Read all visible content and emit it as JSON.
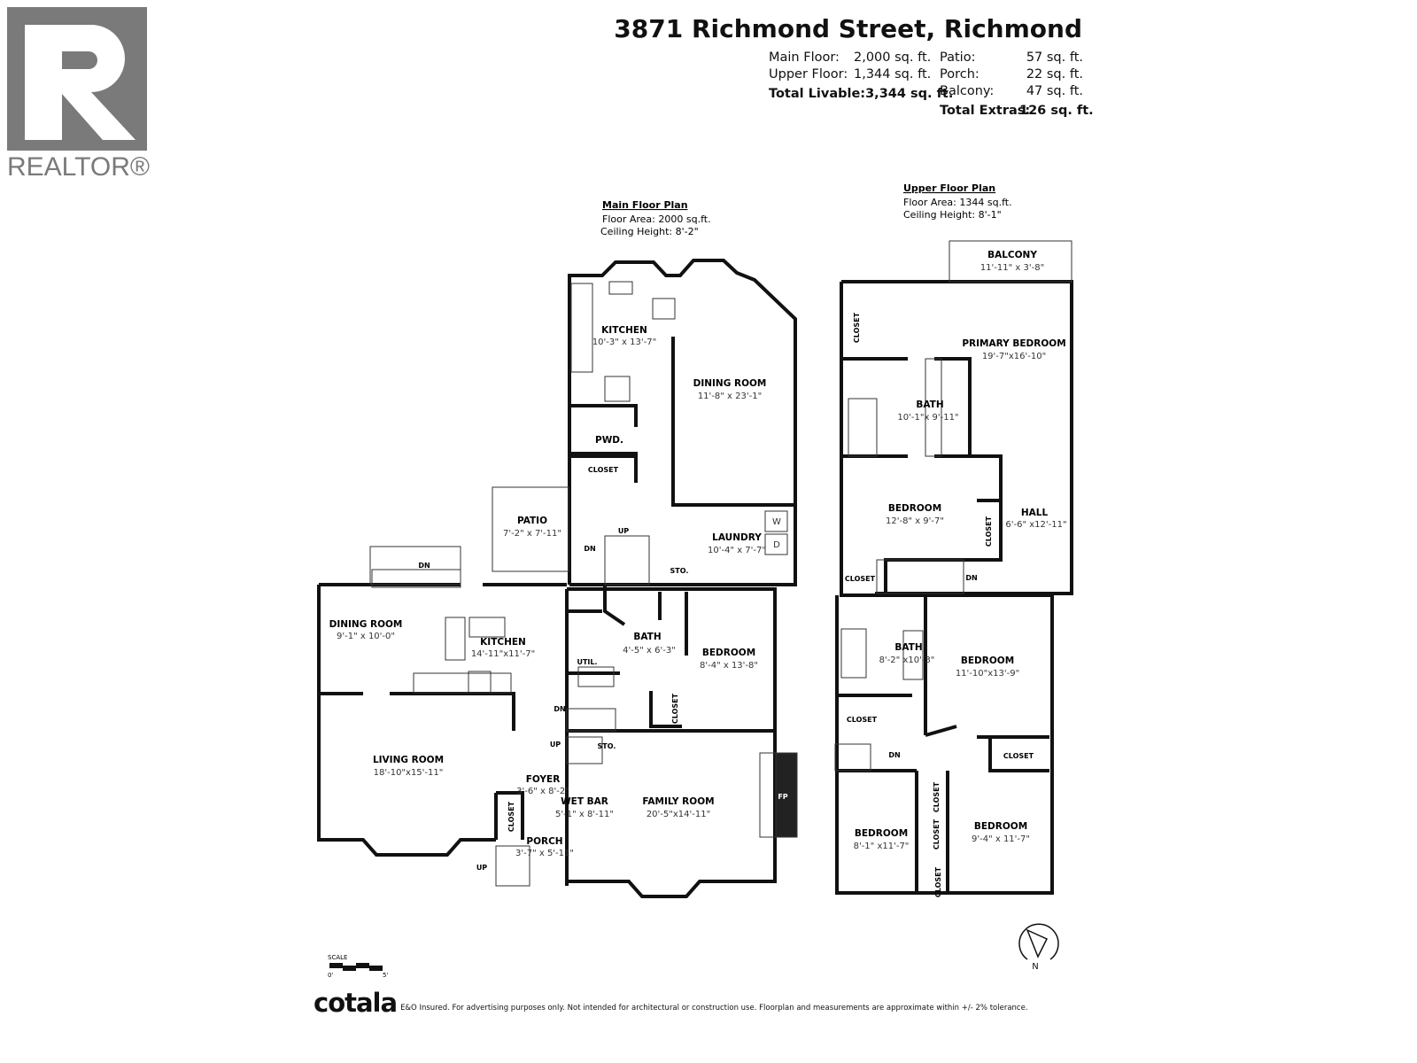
{
  "logo": {
    "text": "REALTOR®",
    "color": "#7a7a7a"
  },
  "header": {
    "address": "3871 Richmond Street, Richmond",
    "floors": [
      {
        "label": "Main Floor:",
        "value": "2,000 sq. ft."
      },
      {
        "label": "Upper Floor:",
        "value": "1,344 sq. ft."
      }
    ],
    "total_livable": {
      "label": "Total Livable:",
      "value": "3,344 sq. ft."
    },
    "extras": [
      {
        "label": "Patio:",
        "value": "57 sq. ft."
      },
      {
        "label": "Porch:",
        "value": "22 sq. ft."
      },
      {
        "label": "Balcony:",
        "value": "47 sq. ft."
      }
    ],
    "total_extras": {
      "label": "Total Extras:",
      "value": "126 sq. ft."
    }
  },
  "main_floor": {
    "heading": "Main Floor Plan",
    "area": "Floor Area: 2000 sq.ft.",
    "ceiling": "Ceiling Height: 8'-2\"",
    "rooms": [
      {
        "name": "KITCHEN",
        "dims": "10'-3\" x 13'-7\""
      },
      {
        "name": "DINING ROOM",
        "dims": "11'-8\" x 23'-1\""
      },
      {
        "name": "PWD.",
        "dims": ""
      },
      {
        "name": "CLOSET",
        "dims": ""
      },
      {
        "name": "PATIO",
        "dims": "7'-2\" x 7'-11\""
      },
      {
        "name": "LAUNDRY",
        "dims": "10'-4\" x 7'-7\""
      },
      {
        "name": "STO.",
        "dims": ""
      },
      {
        "name": "DINING ROOM",
        "dims": "9'-1\" x 10'-0\""
      },
      {
        "name": "KITCHEN",
        "dims": "14'-11\"x11'-7\""
      },
      {
        "name": "BATH",
        "dims": "4'-5\" x 6'-3\""
      },
      {
        "name": "UTIL.",
        "dims": ""
      },
      {
        "name": "BEDROOM",
        "dims": "8'-4\" x 13'-8\""
      },
      {
        "name": "CLOSET",
        "dims": ""
      },
      {
        "name": "STO.",
        "dims": ""
      },
      {
        "name": "LIVING ROOM",
        "dims": "18'-10\"x15'-11\""
      },
      {
        "name": "FOYER",
        "dims": "3'-6\" x 8'-2\""
      },
      {
        "name": "CLOSET",
        "dims": ""
      },
      {
        "name": "PORCH",
        "dims": "3'-7\" x 5'-11\""
      },
      {
        "name": "WET BAR",
        "dims": "5'-1\" x 8'-11\""
      },
      {
        "name": "FAMILY ROOM",
        "dims": "20'-5\"x14'-11\""
      },
      {
        "name": "FP",
        "dims": ""
      }
    ],
    "appliances": {
      "washer": "W",
      "dryer": "D"
    },
    "stairs": {
      "up": "UP",
      "down": "DN"
    }
  },
  "upper_floor": {
    "heading": "Upper Floor Plan",
    "area": "Floor Area: 1344 sq.ft.",
    "ceiling": "Ceiling Height: 8'-1\"",
    "rooms": [
      {
        "name": "BALCONY",
        "dims": "11'-11\" x 3'-8\""
      },
      {
        "name": "PRIMARY BEDROOM",
        "dims": "19'-7\"x16'-10\""
      },
      {
        "name": "CLOSET",
        "dims": ""
      },
      {
        "name": "BATH",
        "dims": "10'-1\"x 9'-11\""
      },
      {
        "name": "BEDROOM",
        "dims": "12'-8\" x 9'-7\""
      },
      {
        "name": "HALL",
        "dims": "6'-6\" x12'-11\""
      },
      {
        "name": "CLOSET",
        "dims": ""
      },
      {
        "name": "CLOSET",
        "dims": ""
      },
      {
        "name": "BATH",
        "dims": "8'-2\" x10'-3\""
      },
      {
        "name": "BEDROOM",
        "dims": "11'-10\"x13'-9\""
      },
      {
        "name": "CLOSET",
        "dims": ""
      },
      {
        "name": "CLOSET",
        "dims": ""
      },
      {
        "name": "BEDROOM",
        "dims": "8'-1\" x11'-7\""
      },
      {
        "name": "BEDROOM",
        "dims": "9'-4\" x 11'-7\""
      },
      {
        "name": "CLOSET",
        "dims": ""
      },
      {
        "name": "CLOSET",
        "dims": ""
      },
      {
        "name": "CLOSET",
        "dims": ""
      }
    ],
    "stairs": {
      "down": "DN"
    }
  },
  "scale": {
    "label": "SCALE",
    "start": "0'",
    "end": "5'"
  },
  "compass": {
    "label": "N"
  },
  "footer": {
    "brand": "cotala",
    "disclaimer": "E&O Insured. For advertising purposes only. Not intended for architectural or construction use. Floorplan and measurements are approximate within +/- 2% tolerance."
  }
}
